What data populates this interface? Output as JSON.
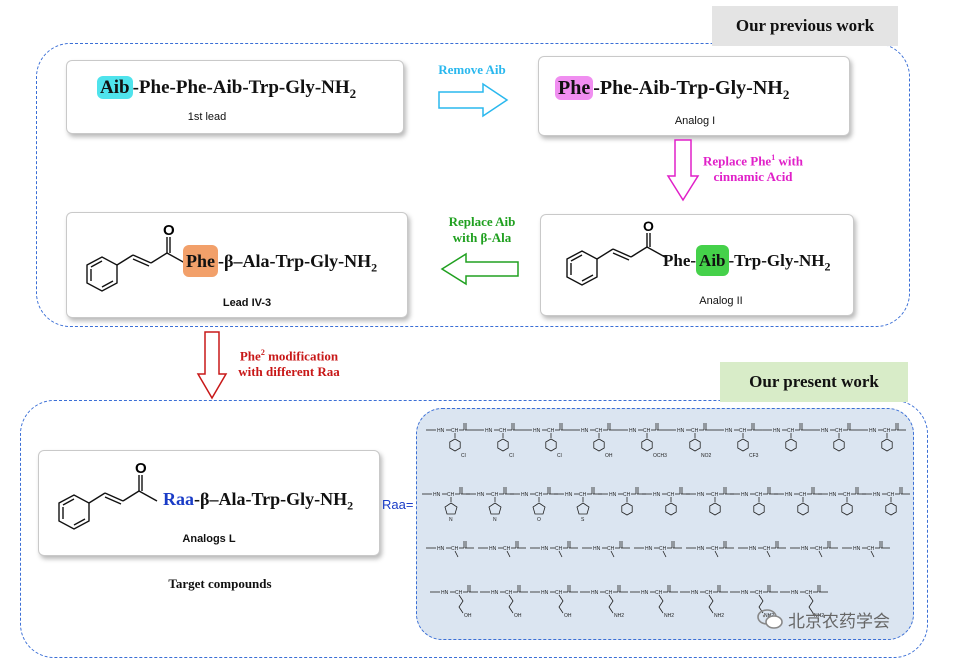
{
  "panels": {
    "previous_label": "Our previous work",
    "present_label": "Our present work"
  },
  "lead1": {
    "first_residue": "Aib",
    "sequence_rest": "-Phe-Phe-Aib-Trp-Gly-NH",
    "subscript": "2",
    "caption": "1st lead"
  },
  "analog1": {
    "first_residue": "Phe",
    "sequence_rest": "-Phe-Aib-Trp-Gly-NH",
    "subscript": "2",
    "caption": "Analog I"
  },
  "analog2": {
    "oxygen": "O",
    "prefix": "Phe-",
    "highlight": "Aib",
    "sequence_rest": "-Trp-Gly-NH",
    "subscript": "2",
    "caption": "Analog II"
  },
  "lead4": {
    "oxygen": "O",
    "highlight": "Phe",
    "sequence_rest": "-β–Ala-Trp-Gly-NH",
    "subscript": "2",
    "caption": "Lead IV-3"
  },
  "analogsL": {
    "oxygen": "O",
    "highlight": "Raa",
    "sequence_rest": "-β–Ala-Trp-Gly-NH",
    "subscript": "2",
    "caption": "Analogs L",
    "target": "Target compounds"
  },
  "arrows": {
    "remove_aib": "Remove Aib",
    "replace_phe_line1": "Replace Phe",
    "replace_phe_sup": "1",
    "replace_phe_line1_end": " with",
    "replace_phe_line2": "cinnamic Acid",
    "replace_aib_line1": "Replace Aib",
    "replace_aib_line2": "with β-Ala",
    "phe2_line1_start": "Phe",
    "phe2_sup": "2",
    "phe2_line1_end": " modification",
    "phe2_line2": "with  different Raa"
  },
  "raa_equals": "Raa=",
  "colors": {
    "cyan": "#4fe3ec",
    "magenta": "#f08ef0",
    "green": "#45d14a",
    "orange": "#f2a06a",
    "raa_blue": "#1a3cc7",
    "panel_dash": "#3b6fd6",
    "remove_arrow": "#2ab8ee",
    "magenta_text": "#e020c8",
    "green_text": "#20a020",
    "red_text": "#c81818"
  },
  "raa_structures": {
    "row1_substituents": [
      "Cl",
      "Cl",
      "Cl",
      "OH",
      "OCH3",
      "NO2",
      "CF3",
      "",
      "",
      ""
    ],
    "row2_substituents": [
      "N",
      "N",
      "O",
      "S",
      "",
      "",
      "",
      "",
      "",
      "",
      ""
    ],
    "row4_substituents": [
      "OH",
      "OH",
      "OH",
      "NH2",
      "NH2",
      "NH2",
      "NH2",
      "NH2"
    ]
  },
  "watermark": "北京农药学会"
}
